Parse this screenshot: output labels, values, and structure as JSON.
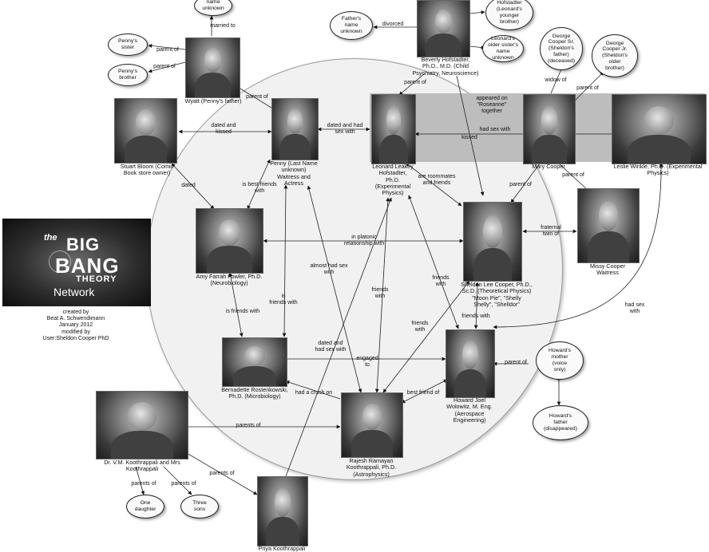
{
  "logo": {
    "the": "the",
    "big": "BIG",
    "bang": "BANG",
    "theory": "THEORY",
    "network": "Network"
  },
  "credits": {
    "created_by": "created by",
    "author": "Beat A. Schwendimann",
    "date": "January 2012",
    "modified_by": "modified by",
    "modifier": "User:Sheldon Cooper PhD"
  },
  "people": {
    "wyatt": "Wyatt (Penny's father)",
    "stuart": "Stuart Bloom (Comic\nBook store owner)",
    "penny": "Penny (Last Name\nunknown)\nWaitress and\nActress",
    "leonard": "Leonard Leakey\nHofstadter,\nPh.D.\n(Experimental\nPhysics)",
    "mary": "Mary Cooper",
    "leslie": "Leslie Winkle, Ph.D. (Experimental\nPhysics)",
    "beverly": "Beverly Hofstadter,\nPh.D., M.D. (Child\nPsychiatry, Neuroscience)",
    "amy": "Amy Farrah Fowler, Ph.D.\n(Neurobiology)",
    "sheldon": "Sheldon Lee Cooper, Ph.D.,\nSc.D. (Theoretical Physics)\n\"Moon Pie\", \"Shelly\nShelly\", \"Shelldor\"",
    "missy": "Missy Cooper\nWaitress",
    "bernadette": "Bernadette Rostenkowski,\nPh.D. (Microbiology)",
    "howard": "Howard Joel\nWolowitz, M. Eng.\n(Aerospace\nEngineering)",
    "koothrappali_parents": "Dr. V.M. Koothrappali and Mrs\nKoothrappali",
    "raj": "Rajesh Ramayan\nKoothrappali, Ph.D.\n(Astrophysics)",
    "priya": "Priya Koothrappali"
  },
  "ellipses": {
    "name_unknown": "name\nunknown",
    "pennys_sister": "Penny's\nsister",
    "pennys_brother": "Penny's\nbrother",
    "fathers_name": "Father's\nname\nunknown",
    "leonards_brother": "Hofstadter\n(Leonard's\nyounger\nbrother)",
    "leonards_sister": "Leonard's\nolder sister's\nname\nunknown",
    "george_sr": "George\nCooper Sr.\n(Sheldon's\nfather)\n(deceased)",
    "george_jr": "George\nCooper Jr.\n(Sheldon's\nolder\nbrother)",
    "howards_mother": "Howard's\nmother\n(voice\nonly)",
    "howards_father": "Howard's\nfather\n(disappeared)",
    "one_daughter": "One\ndaughter",
    "three_sons": "Three\nsons"
  },
  "relations": {
    "married_to": "married to",
    "parent_of": "parent of",
    "divorced": "divorced",
    "widow_of": "widow of",
    "dated_and_kissed": "dated and\nkissed",
    "dated_and_had_sex": "dated and had\nsex with",
    "kissed": "kissed",
    "had_sex_with": "had sex with",
    "appeared_roseanne": "appeared on\n\"Roseanne\"\ntogether",
    "dated": "dated",
    "is_best_friends": "is best friends\nwith",
    "are_roommates": "are roommates\nand friends",
    "fraternal_twin": "fraternal\ntwin of",
    "platonic": "in platonic\nrelationship with",
    "almost_had_sex": "almost had sex\nwith",
    "is_friends_with": "is\nfriends with",
    "is_friends_with2": "is friends with",
    "friends_with": "friends\nwith",
    "friends_with2": "friends\nwith",
    "friends_with3": "friends\nwith",
    "friends_with4": "friends with",
    "dated_had_sex": "dated and\nhad sex with",
    "engaged_to": "engaged\nto",
    "had_crush": "had a crush on",
    "best_friend_of": "best friend of",
    "parents_of": "parents of",
    "had_sex_with2": "had sex\nwith"
  }
}
